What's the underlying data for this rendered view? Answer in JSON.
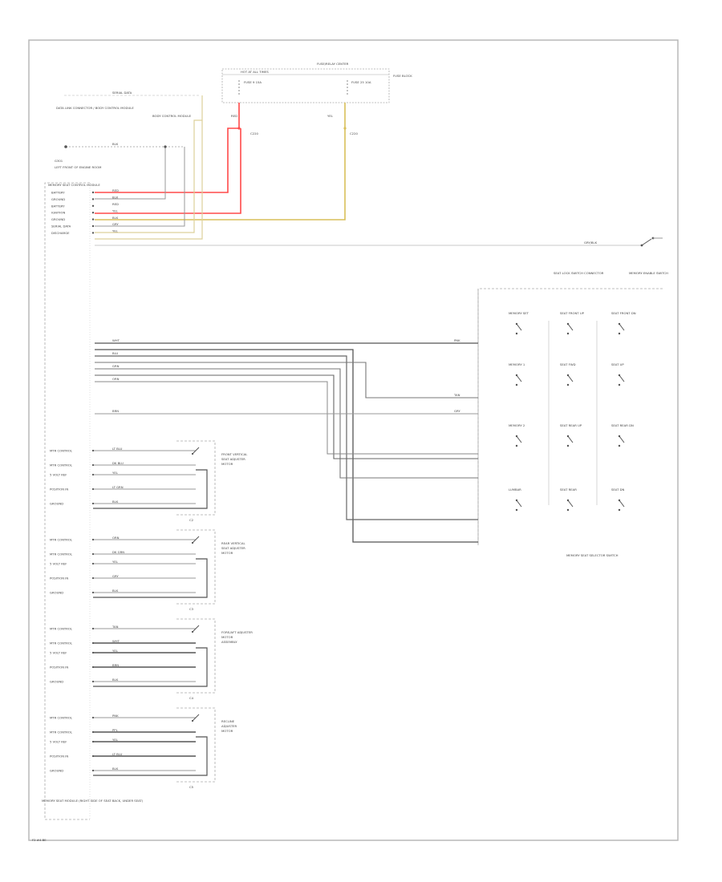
{
  "colors": {
    "frame": "#b8b8b8",
    "wire_plain": "#9a9a9a",
    "wire_power": "#ff4a4a",
    "wire_ign": "#d9bf5a",
    "wire_pale": "#ddd09a",
    "wire_dark": "#555555",
    "text": "#444444"
  },
  "fuse_box": {
    "title": "HOT AT ALL TIMES",
    "subtitle": "FUSE/RELAY CENTER",
    "power_fuse": "FUSE 9 15A",
    "ign_fuse": "FUSE 25 10A",
    "fuse_block": "FUSE BLOCK",
    "wire_a": "RED",
    "wire_a_pin": "C220",
    "wire_b": "YEL",
    "wire_b_pin": "C220"
  },
  "top_left": {
    "serial_bus": "SERIAL DATA",
    "serial_note": "DATA LINK CONNECTOR / BODY CONTROL MODULE",
    "body_module": "BODY CONTROL MODULE",
    "ground_wire": "BLK",
    "ground_id": "G301",
    "ground_note": "LEFT FRONT OF ENGINE ROOM"
  },
  "module": {
    "pins": [
      "BATTERY",
      "GROUND",
      "BATTERY",
      "IGNITION",
      "GROUND",
      "SERIAL DATA",
      "DISCHARGE"
    ],
    "wire_colors": [
      "RED",
      "BLK",
      "RED",
      "YEL",
      "BLK",
      "GRY",
      "YEL"
    ],
    "note": "MEMORY SEAT CONTROL MODULE",
    "footer_label": "MEMORY SEAT MODULE (RIGHT SIDE OF SEAT BACK, UNDER SEAT)"
  },
  "switch_panel": {
    "top_wire": "GRY/BLK",
    "lock_label": "SEAT LOCK SWITCH CONNECTOR",
    "right_label": "MEMORY ENABLE SWITCH",
    "switch_labels": [
      "MEMORY SET",
      "SEAT FRONT UP",
      "SEAT FRONT DN",
      "MEMORY 1",
      "SEAT FWD",
      "SEAT UP",
      "MEMORY 2",
      "SEAT REAR UP",
      "SEAT REAR DN",
      "LUMBAR",
      "SEAT REAR",
      "SEAT DN"
    ],
    "bus_wires": [
      "WHT",
      "BLU",
      "GRN",
      "ORN",
      "BRN",
      "PNK",
      "TAN",
      "GRY"
    ],
    "caption": "MEMORY SEAT SELECTOR SWITCH"
  },
  "motors": [
    {
      "name": "FRONT VERTICAL MOTOR",
      "lines": [
        "FRONT VERTICAL",
        "SEAT ADJUSTER",
        "MOTOR"
      ],
      "pins": [
        "MTR CONTROL",
        "MTR CONTROL",
        "5 VOLT REF",
        "POSITION IN",
        "GROUND"
      ],
      "wires": [
        "LT BLU",
        "DK BLU",
        "YEL",
        "LT GRN",
        "BLK"
      ],
      "connector": "C2"
    },
    {
      "name": "REAR VERTICAL MOTOR",
      "lines": [
        "REAR VERTICAL",
        "SEAT ADJUSTER",
        "MOTOR"
      ],
      "pins": [
        "MTR CONTROL",
        "MTR CONTROL",
        "5 VOLT REF",
        "POSITION IN",
        "GROUND"
      ],
      "wires": [
        "ORN",
        "DK GRN",
        "YEL",
        "GRY",
        "BLK"
      ],
      "connector": "C3"
    },
    {
      "name": "FORE/AFT MOTOR",
      "lines": [
        "FORE/AFT ADJUSTER",
        "MOTOR",
        "ASSEMBLY"
      ],
      "pins": [
        "MTR CONTROL",
        "MTR CONTROL",
        "5 VOLT REF",
        "POSITION IN",
        "GROUND"
      ],
      "wires": [
        "TAN",
        "WHT",
        "YEL",
        "BRN",
        "BLK"
      ],
      "connector": "C4"
    },
    {
      "name": "RECLINE MOTOR",
      "lines": [
        "RECLINE",
        "ADJUSTER",
        "MOTOR"
      ],
      "pins": [
        "MTR CONTROL",
        "MTR CONTROL",
        "5 VOLT REF",
        "POSITION IN",
        "GROUND"
      ],
      "wires": [
        "PNK",
        "PPL",
        "YEL",
        "LT BLU",
        "BLK"
      ],
      "connector": "C5"
    }
  ],
  "footer": {
    "page_id": "F2 #4 BE"
  }
}
